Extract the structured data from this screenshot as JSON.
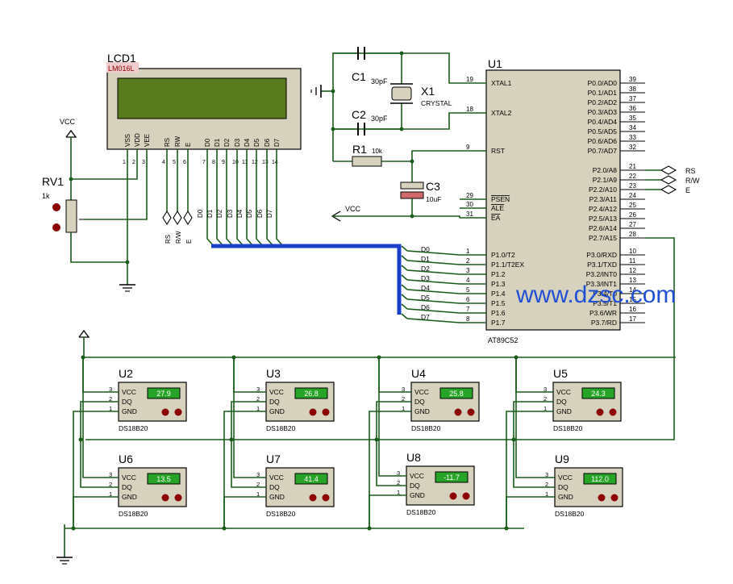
{
  "watermark": "www.dzsc.com",
  "lcd": {
    "ref": "LCD1",
    "part": "LM016L",
    "pins": [
      "VSS",
      "VDD",
      "VEE",
      "RS",
      "RW",
      "E",
      "D0",
      "D1",
      "D2",
      "D3",
      "D4",
      "D5",
      "D6",
      "D7"
    ],
    "pin_numbers": [
      "1",
      "2",
      "3",
      "4",
      "5",
      "6",
      "7",
      "8",
      "9",
      "10",
      "11",
      "12",
      "13",
      "14"
    ],
    "data_net_labels": [
      "D0",
      "D1",
      "D2",
      "D3",
      "D4",
      "D5",
      "D6",
      "D7"
    ],
    "ctrl_net_labels": [
      "RS",
      "R/W",
      "E"
    ]
  },
  "pot": {
    "ref": "RV1",
    "value": "1k",
    "vcc": "VCC"
  },
  "c1": {
    "ref": "C1",
    "value": "30pF"
  },
  "c2": {
    "ref": "C2",
    "value": "30pF"
  },
  "crystal": {
    "ref": "X1",
    "type": "CRYSTAL"
  },
  "r1": {
    "ref": "R1",
    "value": "10k"
  },
  "c3": {
    "ref": "C3",
    "value": "10uF"
  },
  "vcc_label": "VCC",
  "mcu": {
    "ref": "U1",
    "part": "AT89C52",
    "left_pins": [
      {
        "num": "19",
        "name": "XTAL1"
      },
      {
        "num": "18",
        "name": "XTAL2"
      },
      {
        "num": "9",
        "name": "RST"
      },
      {
        "num": "29",
        "name": "PSEN"
      },
      {
        "num": "30",
        "name": "ALE"
      },
      {
        "num": "31",
        "name": "EA"
      },
      {
        "num": "1",
        "name": "P1.0/T2"
      },
      {
        "num": "2",
        "name": "P1.1/T2EX"
      },
      {
        "num": "3",
        "name": "P1.2"
      },
      {
        "num": "4",
        "name": "P1.3"
      },
      {
        "num": "5",
        "name": "P1.4"
      },
      {
        "num": "6",
        "name": "P1.5"
      },
      {
        "num": "7",
        "name": "P1.6"
      },
      {
        "num": "8",
        "name": "P1.7"
      }
    ],
    "right_pins": [
      {
        "num": "39",
        "name": "P0.0/AD0"
      },
      {
        "num": "38",
        "name": "P0.1/AD1"
      },
      {
        "num": "37",
        "name": "P0.2/AD2"
      },
      {
        "num": "36",
        "name": "P0.3/AD3"
      },
      {
        "num": "35",
        "name": "P0.4/AD4"
      },
      {
        "num": "34",
        "name": "P0.5/AD5"
      },
      {
        "num": "33",
        "name": "P0.6/AD6"
      },
      {
        "num": "32",
        "name": "P0.7/AD7"
      },
      {
        "num": "21",
        "name": "P2.0/A8"
      },
      {
        "num": "22",
        "name": "P2.1/A9"
      },
      {
        "num": "23",
        "name": "P2.2/A10"
      },
      {
        "num": "24",
        "name": "P2.3/A11"
      },
      {
        "num": "25",
        "name": "P2.4/A12"
      },
      {
        "num": "26",
        "name": "P2.5/A13"
      },
      {
        "num": "27",
        "name": "P2.6/A14"
      },
      {
        "num": "28",
        "name": "P2.7/A15"
      },
      {
        "num": "10",
        "name": "P3.0/RXD"
      },
      {
        "num": "11",
        "name": "P3.1/TXD"
      },
      {
        "num": "12",
        "name": "P3.2/INT0"
      },
      {
        "num": "13",
        "name": "P3.3/INT1"
      },
      {
        "num": "14",
        "name": "P3.4/T0"
      },
      {
        "num": "15",
        "name": "P3.5/T1"
      },
      {
        "num": "16",
        "name": "P3.6/WR"
      },
      {
        "num": "17",
        "name": "P3.7/RD"
      }
    ],
    "port1_net_labels": [
      "D0",
      "D1",
      "D2",
      "D3",
      "D4",
      "D5",
      "D6",
      "D7"
    ],
    "port2_net_labels": [
      "RS",
      "R/W",
      "E"
    ]
  },
  "sensor_pins": {
    "labels": [
      "VCC",
      "DQ",
      "GND"
    ],
    "numbers": [
      "3",
      "2",
      "1"
    ]
  },
  "sensors": [
    {
      "ref": "U2",
      "part": "DS18B20",
      "reading": "27.9"
    },
    {
      "ref": "U3",
      "part": "DS18B20",
      "reading": "26.8"
    },
    {
      "ref": "U4",
      "part": "DS18B20",
      "reading": "25.8"
    },
    {
      "ref": "U5",
      "part": "DS18B20",
      "reading": "24.3"
    },
    {
      "ref": "U6",
      "part": "DS18B20",
      "reading": "13.5"
    },
    {
      "ref": "U7",
      "part": "DS18B20",
      "reading": "41.4"
    },
    {
      "ref": "U8",
      "part": "DS18B20",
      "reading": "-11.7"
    },
    {
      "ref": "U9",
      "part": "DS18B20",
      "reading": "112.0"
    }
  ],
  "colors": {
    "wire": "#1a5c1a",
    "bus": "#1a3fc8",
    "component_fill": "#d7d2bd",
    "lcd_screen": "#5a7a1e",
    "display_bg": "#27a327",
    "display_text": "#ffffff",
    "watermark": "#1f4fd4"
  }
}
